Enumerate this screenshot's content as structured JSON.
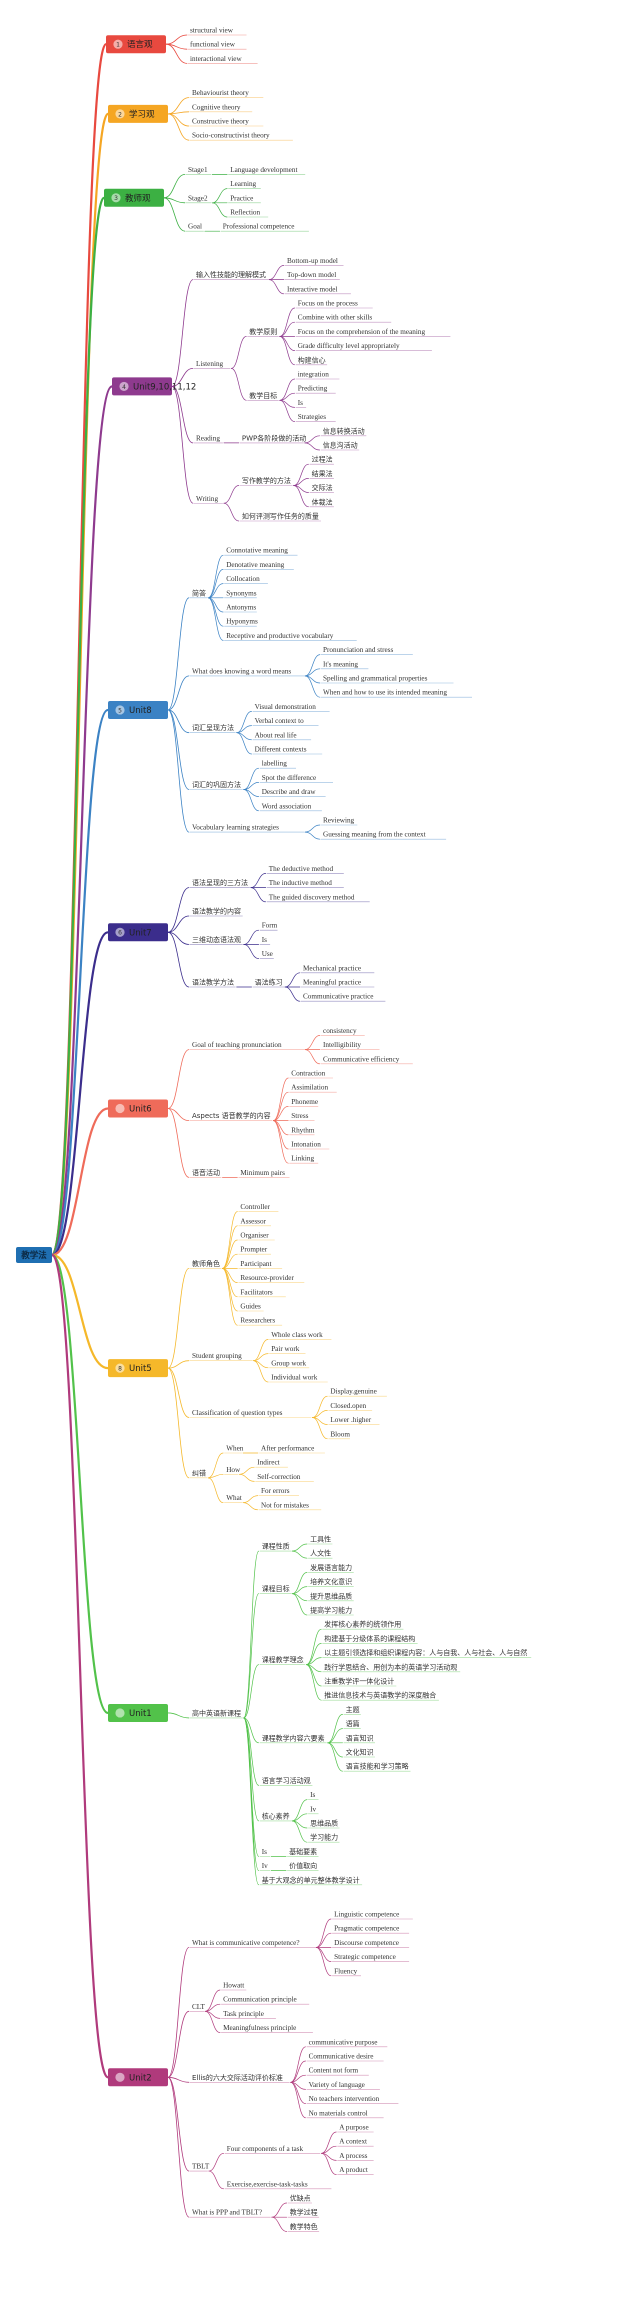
{
  "root": {
    "label": "教学法",
    "color": "#1f6fb2"
  },
  "branches": [
    {
      "label": "语言观",
      "color": "#e8493f",
      "num": "1",
      "children": [
        {
          "label": "structural view"
        },
        {
          "label": "functional view"
        },
        {
          "label": "interactional view"
        }
      ]
    },
    {
      "label": "学习观",
      "color": "#f5a623",
      "num": "2",
      "children": [
        {
          "label": "Behaviourist theory"
        },
        {
          "label": "Cognitive theory"
        },
        {
          "label": "Constructive theory"
        },
        {
          "label": "Socio-constructivist theory"
        }
      ]
    },
    {
      "label": "教师观",
      "color": "#3cb043",
      "num": "3",
      "children": [
        {
          "label": "Stage1",
          "children": [
            {
              "label": "Language development"
            }
          ]
        },
        {
          "label": "Stage2",
          "children": [
            {
              "label": "Learning"
            },
            {
              "label": "Practice"
            },
            {
              "label": "Reflection"
            }
          ]
        },
        {
          "label": "Goal",
          "children": [
            {
              "label": "Professional competence"
            }
          ]
        }
      ]
    },
    {
      "label": "Unit9,10,11,12",
      "color": "#8e3a8e",
      "num": "4",
      "children": [
        {
          "label": "输入性技能的理解模式",
          "children": [
            {
              "label": "Bottom-up model"
            },
            {
              "label": "Top-down model"
            },
            {
              "label": "Interactive model"
            }
          ]
        },
        {
          "label": "Listening",
          "children": [
            {
              "label": "教学原则",
              "children": [
                {
                  "label": "Focus on the process"
                },
                {
                  "label": "Combine with other skills"
                },
                {
                  "label": "Focus on the comprehension of the meaning"
                },
                {
                  "label": "Grade difficulty level appropriately"
                },
                {
                  "label": "构建信心"
                }
              ]
            },
            {
              "label": "教学目标",
              "children": [
                {
                  "label": "integration"
                },
                {
                  "label": "Predicting"
                },
                {
                  "label": "Is"
                },
                {
                  "label": "Strategies"
                }
              ]
            }
          ]
        },
        {
          "label": "Reading",
          "children": [
            {
              "label": "PWP各阶段做的活动",
              "children": [
                {
                  "label": "信息转换活动"
                },
                {
                  "label": "信息沟活动"
                }
              ]
            }
          ]
        },
        {
          "label": "Writing",
          "children": [
            {
              "label": "写作教学的方法",
              "children": [
                {
                  "label": "过程法"
                },
                {
                  "label": "结果法"
                },
                {
                  "label": "交际法"
                },
                {
                  "label": "体裁法"
                }
              ]
            },
            {
              "label": "如何评测写作任务的质量"
            }
          ]
        }
      ]
    },
    {
      "label": "Unit8",
      "color": "#3b82c4",
      "num": "5",
      "children": [
        {
          "label": "简答",
          "children": [
            {
              "label": "Connotative meaning"
            },
            {
              "label": "Denotative meaning"
            },
            {
              "label": "Collocation"
            },
            {
              "label": "Synonyms"
            },
            {
              "label": "Antonyms"
            },
            {
              "label": "Hyponyms"
            },
            {
              "label": "Receptive and productive vocabulary"
            }
          ]
        },
        {
          "label": "What does knowing a word means",
          "children": [
            {
              "label": "Pronunciation and stress"
            },
            {
              "label": "It's meaning"
            },
            {
              "label": "Spelling and grammatical properties"
            },
            {
              "label": "When and how to use its intended meaning"
            }
          ]
        },
        {
          "label": "词汇呈现方法",
          "children": [
            {
              "label": "Visual demonstration"
            },
            {
              "label": "Verbal context to"
            },
            {
              "label": "About real life"
            },
            {
              "label": "Different contexts"
            }
          ]
        },
        {
          "label": "词汇的巩固方法",
          "children": [
            {
              "label": "labelling"
            },
            {
              "label": "Spot the difference"
            },
            {
              "label": "Describe and draw"
            },
            {
              "label": "Word association"
            }
          ]
        },
        {
          "label": "Vocabulary learning strategies",
          "children": [
            {
              "label": "Reviewing"
            },
            {
              "label": "Guessing meaning from the context"
            }
          ]
        }
      ]
    },
    {
      "label": "Unit7",
      "color": "#3b2d8c",
      "num": "6",
      "children": [
        {
          "label": "语法呈现的三方法",
          "children": [
            {
              "label": "The deductive method"
            },
            {
              "label": "The inductive method"
            },
            {
              "label": "The guided discovery method"
            }
          ]
        },
        {
          "label": "语法教学的内容"
        },
        {
          "label": "三维动态语法观",
          "children": [
            {
              "label": "Form"
            },
            {
              "label": "Is"
            },
            {
              "label": "Use"
            }
          ]
        },
        {
          "label": "语法教学方法",
          "children": [
            {
              "label": "语法练习",
              "children": [
                {
                  "label": "Mechanical practice"
                },
                {
                  "label": "Meaningful practice"
                },
                {
                  "label": "Communicative practice"
                }
              ]
            }
          ]
        }
      ]
    },
    {
      "label": "Unit6",
      "color": "#ef6b5a",
      "num": "",
      "children": [
        {
          "label": "Goal of teaching pronunciation",
          "children": [
            {
              "label": "consistency"
            },
            {
              "label": "Intelligibility"
            },
            {
              "label": "Communicative efficiency"
            }
          ]
        },
        {
          "label": "Aspects 语音教学的内容",
          "children": [
            {
              "label": "Contraction"
            },
            {
              "label": "Assimilation"
            },
            {
              "label": "Phoneme"
            },
            {
              "label": "Stress"
            },
            {
              "label": "Rhythm"
            },
            {
              "label": "Intonation"
            },
            {
              "label": "Linking"
            }
          ]
        },
        {
          "label": "语音活动",
          "children": [
            {
              "label": "Minimum pairs"
            }
          ]
        }
      ]
    },
    {
      "label": "Unit5",
      "color": "#f5b82a",
      "num": "8",
      "children": [
        {
          "label": "教师角色",
          "children": [
            {
              "label": "Controller"
            },
            {
              "label": "Assessor"
            },
            {
              "label": "Organiser"
            },
            {
              "label": "Prompter"
            },
            {
              "label": "Participant"
            },
            {
              "label": "Resource-provider"
            },
            {
              "label": "Facilitators"
            },
            {
              "label": "Guides"
            },
            {
              "label": "Researchers"
            }
          ]
        },
        {
          "label": "Student grouping",
          "children": [
            {
              "label": "Whole class work"
            },
            {
              "label": "Pair work"
            },
            {
              "label": "Group work"
            },
            {
              "label": "Individual work"
            }
          ]
        },
        {
          "label": "Classification of question types",
          "children": [
            {
              "label": "Display.genuine"
            },
            {
              "label": "Closed.open"
            },
            {
              "label": "Lower .higher"
            },
            {
              "label": "Bloom"
            }
          ]
        },
        {
          "label": "纠错",
          "children": [
            {
              "label": "When",
              "children": [
                {
                  "label": "After performance"
                }
              ]
            },
            {
              "label": "How",
              "children": [
                {
                  "label": "Indirect"
                },
                {
                  "label": "Self-correction"
                }
              ]
            },
            {
              "label": "What",
              "children": [
                {
                  "label": "For errors"
                },
                {
                  "label": "Not for mistakes"
                }
              ]
            }
          ]
        }
      ]
    },
    {
      "label": "Unit1",
      "color": "#52c24a",
      "num": "",
      "children": [
        {
          "label": "高中英语新课程",
          "children": [
            {
              "label": "课程性质",
              "children": [
                {
                  "label": "工具性"
                },
                {
                  "label": "人文性"
                }
              ]
            },
            {
              "label": "课程目标",
              "children": [
                {
                  "label": "发展语言能力"
                },
                {
                  "label": "培养文化意识"
                },
                {
                  "label": "提升思维品质"
                },
                {
                  "label": "提高学习能力"
                }
              ]
            },
            {
              "label": "课程教学理念",
              "children": [
                {
                  "label": "发挥核心素养的统领作用"
                },
                {
                  "label": "构建基于分级体系的课程结构"
                },
                {
                  "label": "以主题引领选择和组织课程内容：人与自我、人与社会、人与自然"
                },
                {
                  "label": "践行学思结合、用创为本的英语学习活动观"
                },
                {
                  "label": "注重教学评一体化设计"
                },
                {
                  "label": "推进信息技术与英语教学的深度融合"
                }
              ]
            },
            {
              "label": "课程教学内容六要素",
              "children": [
                {
                  "label": "主题"
                },
                {
                  "label": "语篇"
                },
                {
                  "label": "语言知识"
                },
                {
                  "label": "文化知识"
                },
                {
                  "label": "语言技能和学习策略"
                }
              ]
            },
            {
              "label": "语言学习活动观"
            },
            {
              "label": "核心素养",
              "children": [
                {
                  "label": "Is"
                },
                {
                  "label": "Iv"
                },
                {
                  "label": "思维品质"
                },
                {
                  "label": "学习能力"
                }
              ]
            },
            {
              "label": "Is",
              "children": [
                {
                  "label": "基础要素"
                }
              ]
            },
            {
              "label": "Iv",
              "children": [
                {
                  "label": "价值取向"
                }
              ]
            },
            {
              "label": "基于大观念的单元整体教学设计"
            }
          ]
        }
      ]
    },
    {
      "label": "Unit2",
      "color": "#b03a7c",
      "num": "",
      "children": [
        {
          "label": "What is communicative competence?",
          "children": [
            {
              "label": "Linguistic competence"
            },
            {
              "label": "Pragmatic competence"
            },
            {
              "label": "Discourse competence"
            },
            {
              "label": "Strategic competence"
            },
            {
              "label": "Fluency"
            }
          ]
        },
        {
          "label": "CLT",
          "children": [
            {
              "label": "Howatt"
            },
            {
              "label": "Communication principle"
            },
            {
              "label": "Task principle"
            },
            {
              "label": "Meaningfulness principle"
            }
          ]
        },
        {
          "label": "Ellis的六大交际活动评价标准",
          "children": [
            {
              "label": "communicative purpose"
            },
            {
              "label": "Communicative desire"
            },
            {
              "label": "Content not form"
            },
            {
              "label": "Variety of language"
            },
            {
              "label": "No teachers intervention"
            },
            {
              "label": "No materials control"
            }
          ]
        },
        {
          "label": "TBLT",
          "children": [
            {
              "label": "Four components of a task",
              "children": [
                {
                  "label": "A purpose"
                },
                {
                  "label": "A context"
                },
                {
                  "label": "A process"
                },
                {
                  "label": "A product"
                }
              ]
            },
            {
              "label": "Exercise,exercise-task-tasks"
            }
          ]
        },
        {
          "label": "What is PPP and TBLT?",
          "children": [
            {
              "label": "优缺点"
            },
            {
              "label": "教学过程"
            },
            {
              "label": "教学特色"
            }
          ]
        }
      ]
    }
  ]
}
